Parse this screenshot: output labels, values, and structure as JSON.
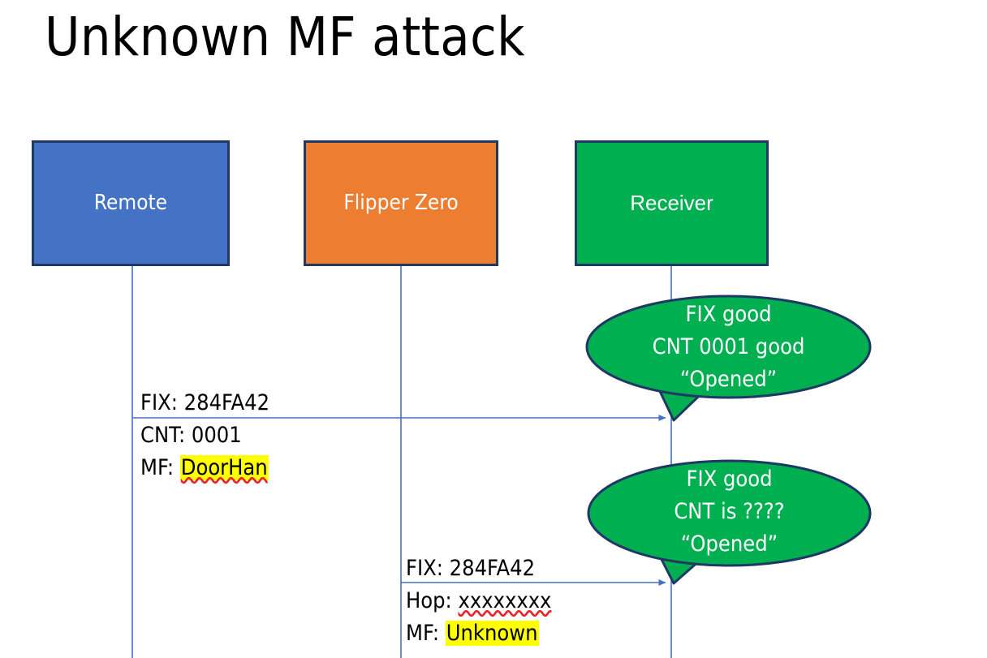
{
  "slide": {
    "title": "Unknown MF attack",
    "background": "#ffffff"
  },
  "colors": {
    "remote_fill": "#4472C4",
    "flipper_fill": "#ED7D31",
    "receiver_fill": "#00B050",
    "box_border": "#1F3864",
    "lifeline": "#4472C4",
    "arrow": "#4472C4",
    "callout_fill": "#00B050",
    "callout_border": "#1F3864",
    "highlight": "#FFFF00",
    "spellcheck_underline": "#E8262A",
    "text_dark": "#000000",
    "text_light": "#FFFFFF"
  },
  "actors": [
    {
      "id": "remote",
      "label": "Remote"
    },
    {
      "id": "flipper",
      "label": "Flipper Zero"
    },
    {
      "id": "receiver",
      "label": "Receiver"
    }
  ],
  "messages": [
    {
      "id": "remote-to-receiver",
      "from": "remote",
      "to": "receiver",
      "line_top": "FIX: 284FA42",
      "line_b1_label": "CNT: ",
      "line_b1_value": "0001",
      "line_b2_label": "MF: ",
      "line_b2_value": "DoorHan"
    },
    {
      "id": "flipper-to-receiver",
      "from": "flipper",
      "to": "receiver",
      "line_top": "FIX: 284FA42",
      "line_b1_label": "Hop: ",
      "line_b1_value": "xxxxxxxx",
      "line_b2_label": "MF: ",
      "line_b2_value": "Unknown"
    }
  ],
  "callouts": [
    {
      "id": "callout-1",
      "line1": "FIX good",
      "line2": "CNT 0001 good",
      "line3": "“Opened”"
    },
    {
      "id": "callout-2",
      "line1": "FIX good",
      "line2": "CNT is ????",
      "line3": "“Opened”"
    }
  ]
}
